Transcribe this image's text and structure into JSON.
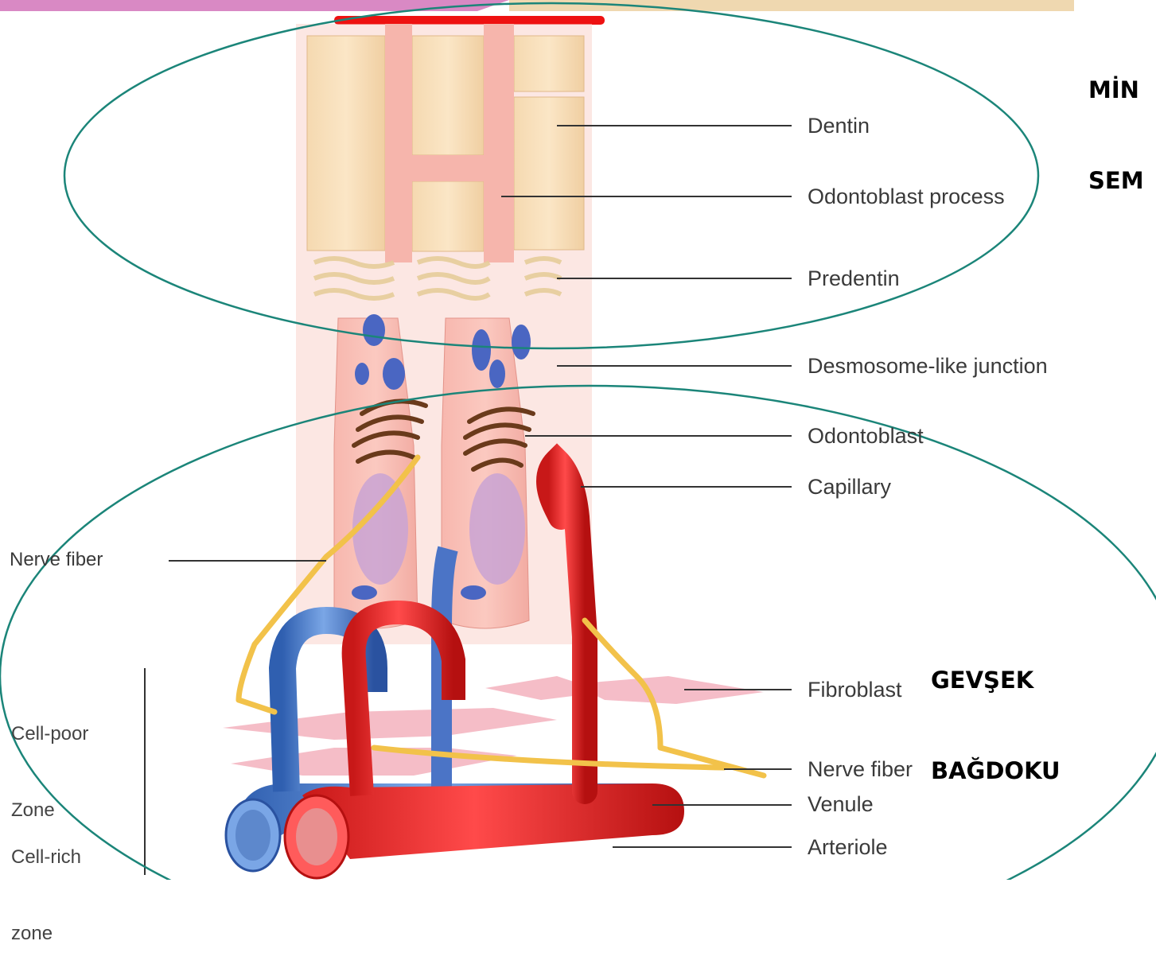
{
  "slide": {
    "top_right_title_line1": "MİN",
    "top_right_title_line2": "SEM",
    "tissue_label_line1": "GEVŞEK",
    "tissue_label_line2": "BAĞDOKU",
    "colors": {
      "header_pink": "#d989c4",
      "header_tan": "#efd8b0",
      "ellipse_stroke": "#1b8579",
      "red_bar": "#ee1111"
    }
  },
  "diagram": {
    "right_labels": [
      "Dentin",
      "Odontoblast process",
      "Predentin",
      "Desmosome-like junction",
      "Odontoblast",
      "Capillary",
      "Fibroblast",
      "Nerve fiber",
      "Venule",
      "Arteriole"
    ],
    "left_labels": {
      "nerve_fiber": "Nerve fiber",
      "cell_poor_line1": "Cell-poor",
      "cell_poor_line2": "Zone",
      "cell_rich_line1": "Cell-rich",
      "cell_rich_line2": "zone"
    }
  }
}
